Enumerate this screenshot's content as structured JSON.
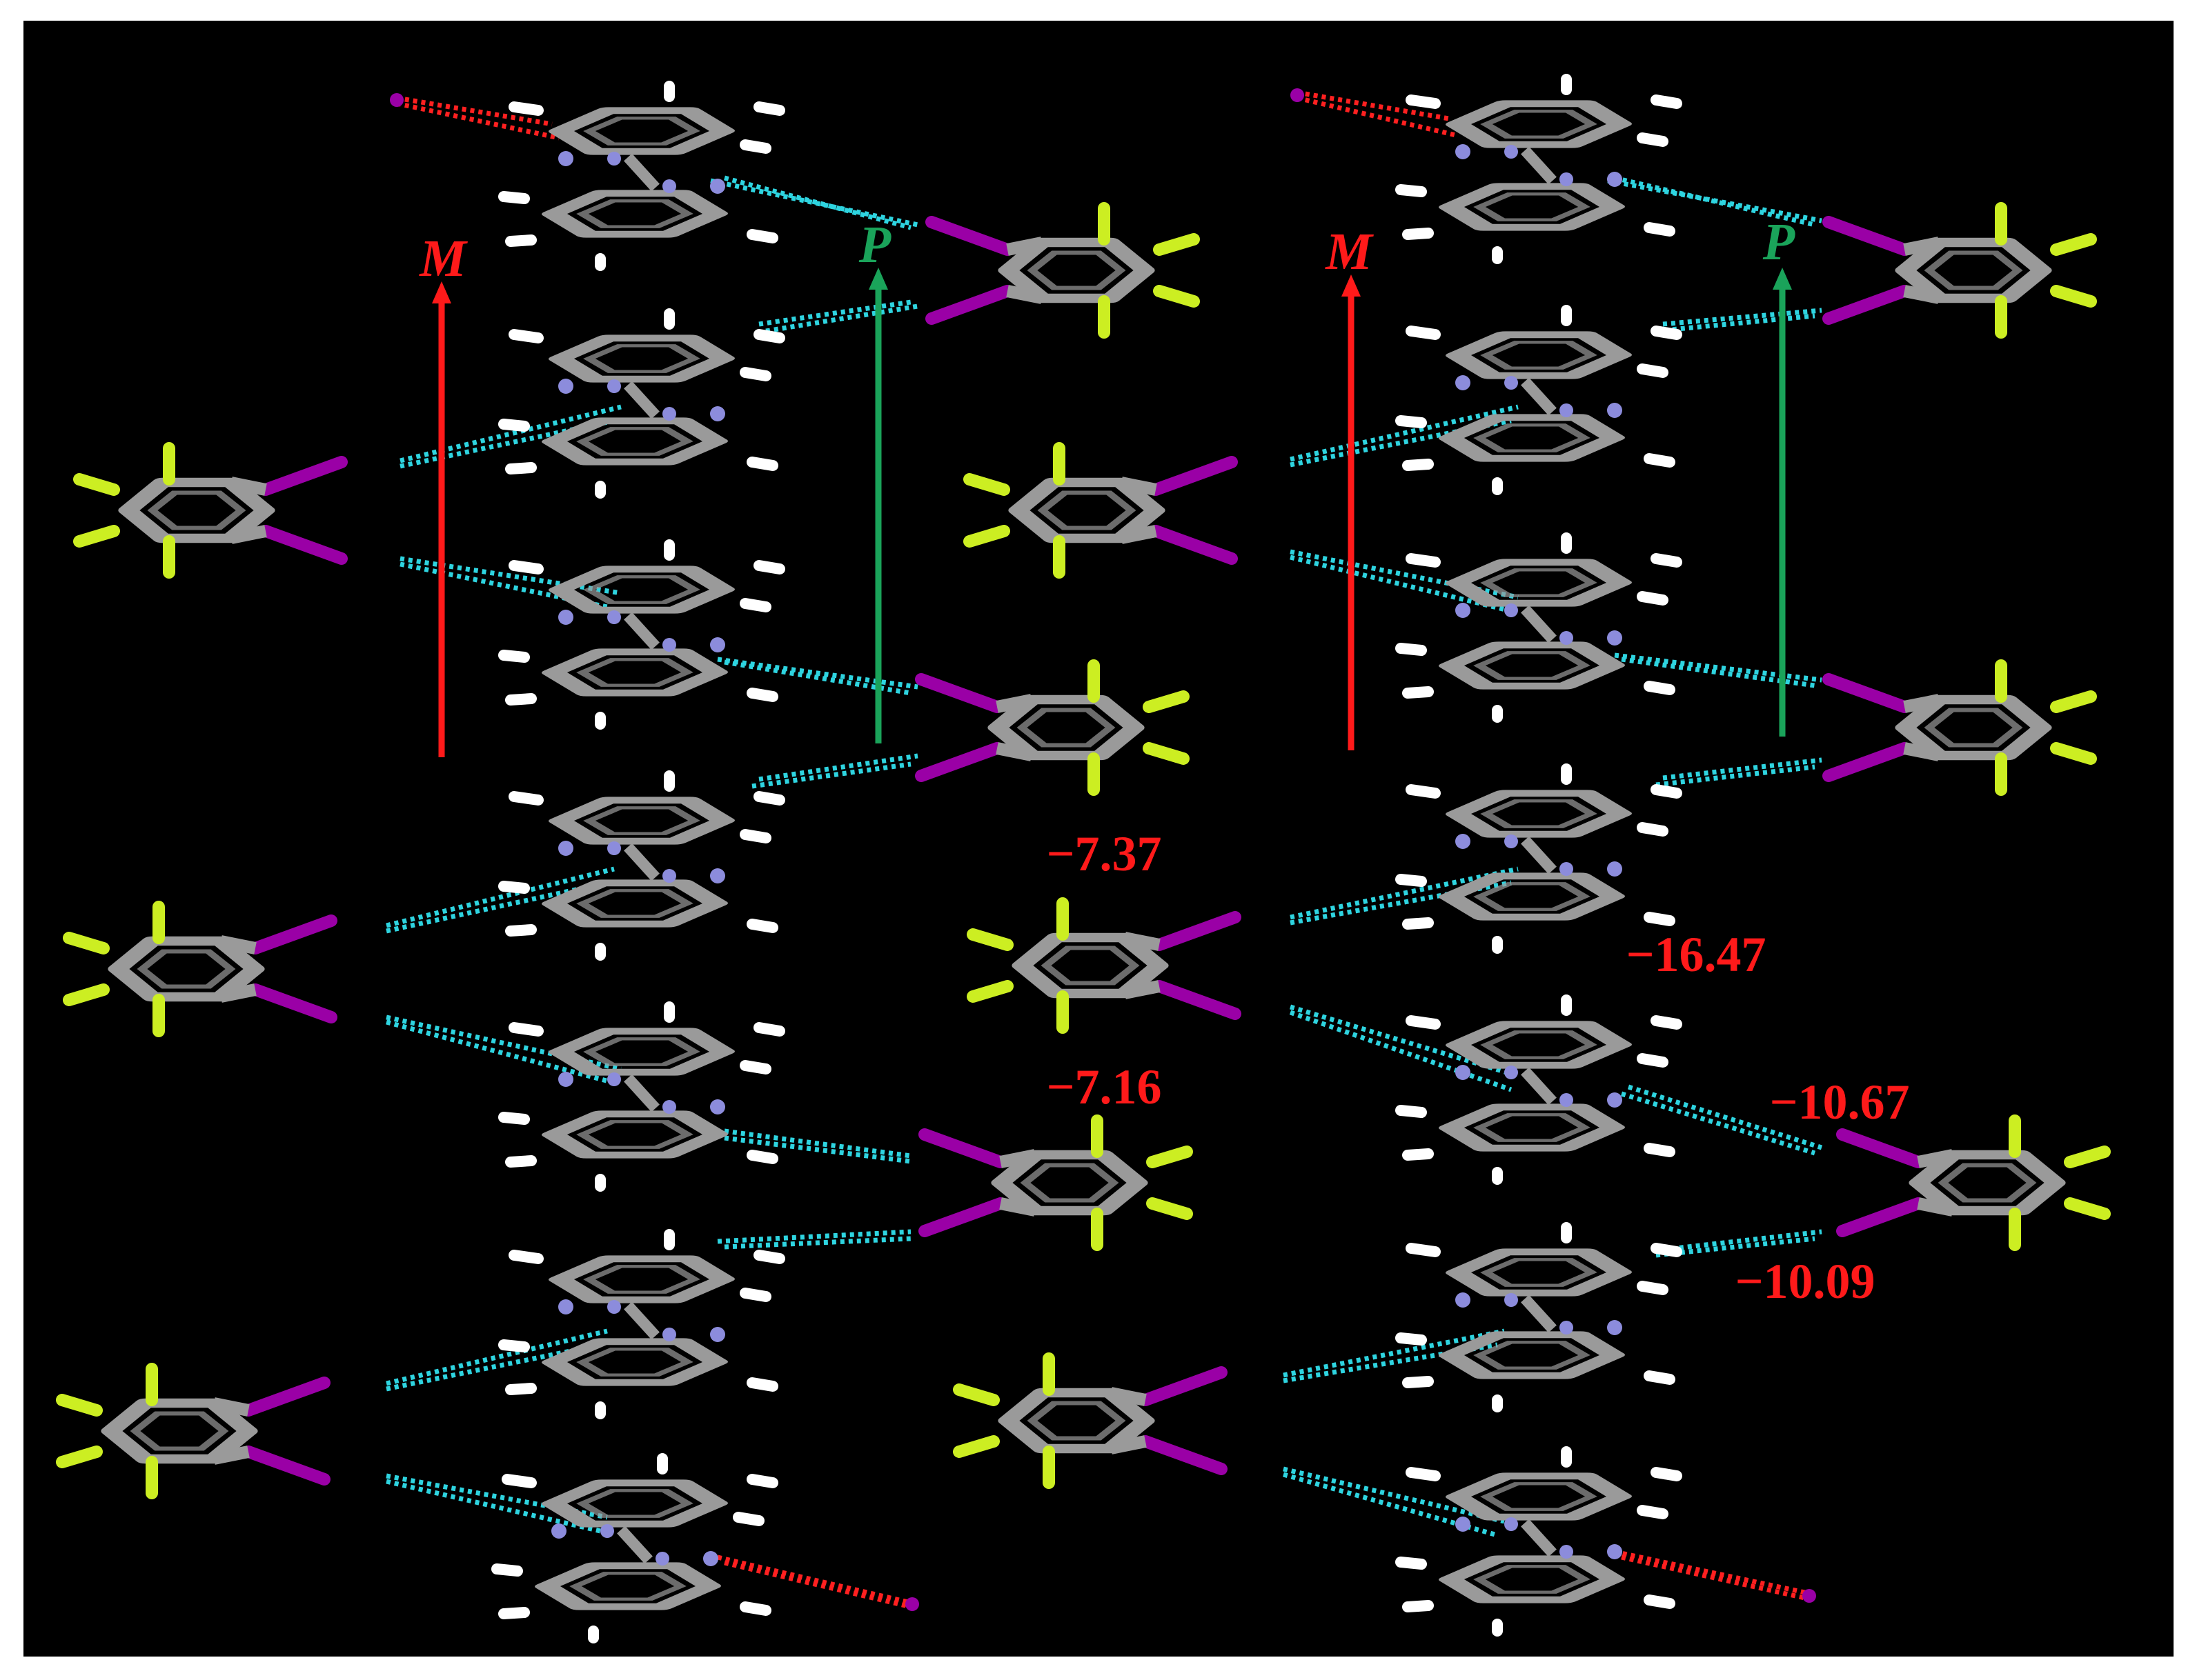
{
  "colors": {
    "background": "#000000",
    "frame": "#ffffff",
    "carbon": "#9a9a9a",
    "nitrogen": "#8c8cdc",
    "hydrogen": "#ffffff",
    "fluorine": "#ccee22",
    "iodine": "#9a00a6",
    "halogen_bond": "#2ed4e0",
    "contact_bond": "#ff2020",
    "energy_label": "#ff1a1a",
    "helix_m": "#ff1a1a",
    "helix_p": "#1aa35a"
  },
  "icons": {
    "bipyridine": "bipyridine-molecule-icon",
    "tetrafluorodiiodobenzene": "tetrafluorodiiodobenzene-molecule-icon",
    "helix_arrow": "arrow-up-icon"
  },
  "helix_labels": {
    "m": "M",
    "p": "P"
  },
  "energies": [
    {
      "value": "−7.37"
    },
    {
      "value": "−7.16"
    },
    {
      "value": "−16.47"
    },
    {
      "value": "−10.67"
    },
    {
      "value": "−10.09"
    }
  ]
}
